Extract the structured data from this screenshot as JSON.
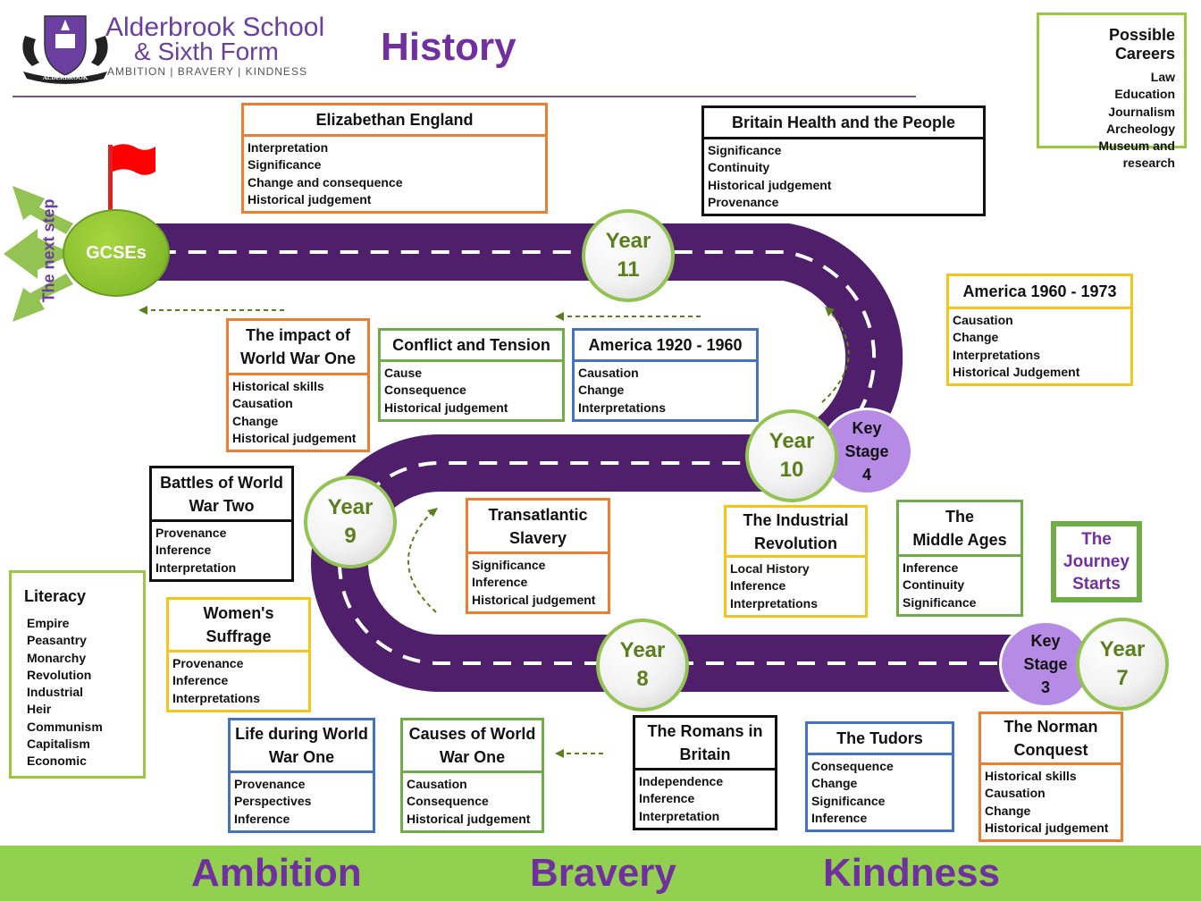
{
  "header": {
    "school_line1": "Alderbrook School",
    "school_line2": "& Sixth Form",
    "motto": "AMBITION | BRAVERY | KINDNESS",
    "crest_text": "ALDERBROOK",
    "subject": "History"
  },
  "careers": {
    "title": "Possible Careers",
    "items": [
      "Law",
      "Education",
      "Journalism",
      "Archeology",
      "Museum and research"
    ]
  },
  "literacy": {
    "title": "Literacy",
    "items": [
      "Empire",
      "Peasantry",
      "Monarchy",
      "Revolution",
      "Industrial",
      "Heir",
      "Communism",
      "Capitalism",
      "Economic"
    ]
  },
  "journey_label": "The\nJourney\nStarts",
  "next_step_label": "The next step",
  "gcse_label": "GCSEs",
  "years": {
    "y7": "Year\n7",
    "y8": "Year\n8",
    "y9": "Year\n9",
    "y10": "Year\n10",
    "y11": "Year\n11"
  },
  "key_stages": {
    "ks3": "Key\nStage\n3",
    "ks4": "Key\nStage\n4"
  },
  "topics": [
    {
      "id": "elizabethan",
      "title": "Elizabethan  England",
      "color": "#ed7d31",
      "items": [
        "Interpretation",
        "Significance",
        "Change and consequence",
        "Historical judgement"
      ]
    },
    {
      "id": "britain-health",
      "title": "Britain Health and the People",
      "color": "#111111",
      "items": [
        "Significance",
        "Continuity",
        "Historical judgement",
        "Provenance"
      ]
    },
    {
      "id": "america-1960",
      "title": "America 1960 - 1973",
      "color": "#f5c518",
      "items": [
        "Causation",
        "Change",
        "Interpretations",
        "Historical Judgement"
      ]
    },
    {
      "id": "impact-ww1",
      "title": "The impact of\nWorld War One",
      "color": "#ed7d31",
      "items": [
        "Historical skills",
        "Causation",
        "Change",
        "Historical judgement"
      ]
    },
    {
      "id": "conflict-tension",
      "title": "Conflict and Tension",
      "color": "#70ad47",
      "items": [
        "Cause",
        "Consequence",
        "Historical judgement"
      ]
    },
    {
      "id": "america-1920",
      "title": "America 1920 - 1960",
      "color": "#4472c4",
      "items": [
        "Causation",
        "Change",
        "Interpretations"
      ]
    },
    {
      "id": "battles-ww2",
      "title": "Battles of World\nWar Two",
      "color": "#111111",
      "items": [
        "Provenance",
        "Inference",
        "Interpretation"
      ]
    },
    {
      "id": "transatlantic",
      "title": "Transatlantic\nSlavery",
      "color": "#ed7d31",
      "items": [
        "Significance",
        "Inference",
        "Historical judgement"
      ]
    },
    {
      "id": "industrial",
      "title": "The Industrial\nRevolution",
      "color": "#f5c518",
      "items": [
        "Local History",
        "Inference",
        "Interpretations"
      ]
    },
    {
      "id": "middle-ages",
      "title": "The\nMiddle Ages",
      "color": "#70ad47",
      "items": [
        "Inference",
        "Continuity",
        "Significance"
      ]
    },
    {
      "id": "womens-suffrage",
      "title": "Women's\nSuffrage",
      "color": "#f5c518",
      "items": [
        "Provenance",
        "Inference",
        "Interpretations"
      ]
    },
    {
      "id": "life-ww1",
      "title": "Life during World\nWar One",
      "color": "#4472c4",
      "items": [
        "Provenance",
        "Perspectives",
        "Inference"
      ]
    },
    {
      "id": "causes-ww1",
      "title": "Causes of World\nWar One",
      "color": "#70ad47",
      "items": [
        "Causation",
        "Consequence",
        "Historical judgement"
      ]
    },
    {
      "id": "romans",
      "title": "The Romans in\nBritain",
      "color": "#111111",
      "items": [
        "Independence",
        "Inference",
        "Interpretation"
      ]
    },
    {
      "id": "tudors",
      "title": "The Tudors",
      "color": "#4472c4",
      "items": [
        "Consequence",
        "Change",
        "Significance",
        "Inference"
      ]
    },
    {
      "id": "norman",
      "title": "The Norman\nConquest",
      "color": "#ed7d31",
      "items": [
        "Historical skills",
        "Causation",
        "Change",
        "Historical judgement"
      ]
    }
  ],
  "footer": {
    "word1": "Ambition",
    "word2": "Bravery",
    "word3": "Kindness"
  },
  "colors": {
    "road": "#4f1f6b",
    "purple": "#7030a0",
    "green": "#92d050"
  }
}
